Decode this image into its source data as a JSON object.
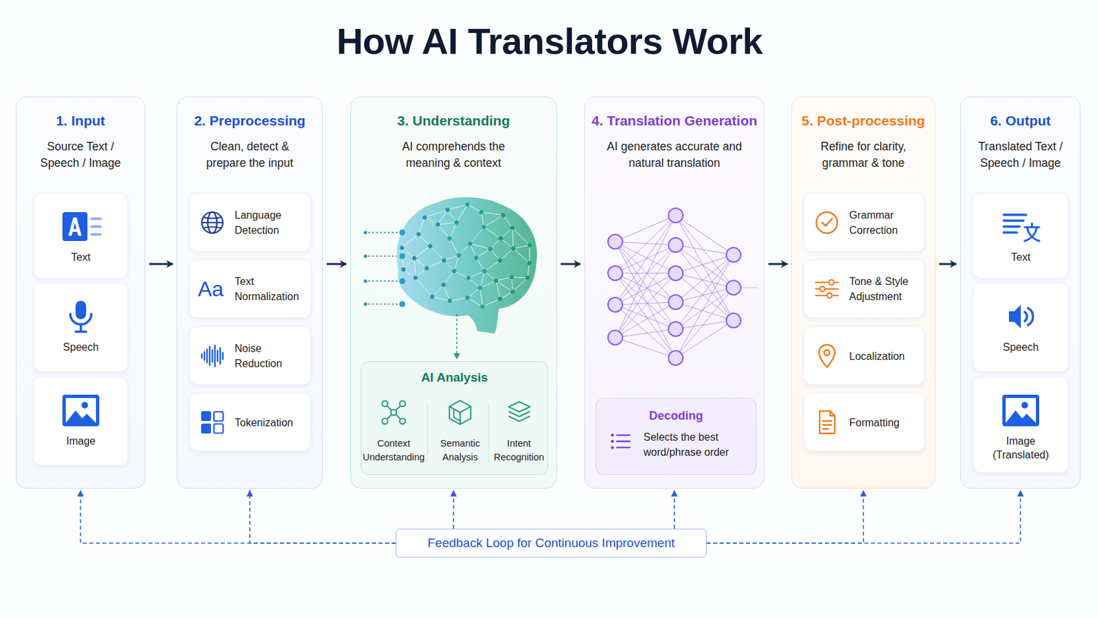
{
  "diagram": {
    "title": "How AI Translators Work",
    "nodes": [
      {
        "text": [
          "1. Input",
          "Source Text / Speech / Image"
        ]
      },
      {
        "text": [
          "Text"
        ],
        "in": 0
      },
      {
        "text": [
          "Speech"
        ],
        "in": 0
      },
      {
        "text": [
          "Image"
        ],
        "in": 0
      },
      {
        "text": [
          "2. Preprocessing",
          "Clean, detect & prepare the input"
        ]
      },
      {
        "text": [
          "Language Detection"
        ],
        "in": 4
      },
      {
        "text": [
          "Aa",
          "Text Normalization"
        ],
        "in": 4
      },
      {
        "text": [
          "Noise Reduction"
        ],
        "in": 4
      },
      {
        "text": [
          "Tokenization"
        ],
        "in": 4
      },
      {
        "text": [
          "3. Understanding",
          "AI comprehends the meaning & context"
        ]
      },
      {
        "text": [
          "AI Analysis",
          "Context Understanding",
          "Semantic Analysis",
          "Intent Recognition"
        ],
        "in": 9
      },
      {
        "text": [
          "4. Translation Generation",
          "AI generates accurate and natural translation"
        ]
      },
      {
        "text": [
          "Decoding",
          "Selects the best word/phrase order"
        ],
        "in": 11
      },
      {
        "text": [
          "5. Post-processing",
          "Refine for clarity, grammar & tone"
        ]
      },
      {
        "text": [
          "Grammar Correction"
        ],
        "in": 13
      },
      {
        "text": [
          "Tone & Style Adjustment"
        ],
        "in": 13
      },
      {
        "text": [
          "Localization"
        ],
        "in": 13
      },
      {
        "text": [
          "Formatting"
        ],
        "in": 13
      },
      {
        "text": [
          "6. Output",
          "Translated Text / Speech / Image"
        ]
      },
      {
        "text": [
          "Text"
        ],
        "in": 18
      },
      {
        "text": [
          "Speech"
        ],
        "in": 18
      },
      {
        "text": [
          "Image (Translated)"
        ],
        "in": 18
      },
      {
        "text": [
          "Feedback Loop for Continuous Improvement"
        ]
      }
    ],
    "edges": [
      {
        "from": 0,
        "to": 4,
        "arrow": "to"
      },
      {
        "from": 4,
        "to": 9,
        "arrow": "to"
      },
      {
        "from": 9,
        "to": 11,
        "arrow": "to"
      },
      {
        "from": 11,
        "to": 13,
        "arrow": "to"
      },
      {
        "from": 13,
        "to": 18,
        "arrow": "to"
      },
      {
        "from": 22,
        "to": 0,
        "arrow": "to"
      },
      {
        "from": 22,
        "to": 4,
        "arrow": "to"
      },
      {
        "from": 22,
        "to": 9,
        "arrow": "to"
      },
      {
        "from": 22,
        "to": 11,
        "arrow": "to"
      },
      {
        "from": 22,
        "to": 13,
        "arrow": "to"
      },
      {
        "from": 22,
        "to": 18,
        "arrow": "to"
      }
    ]
  }
}
